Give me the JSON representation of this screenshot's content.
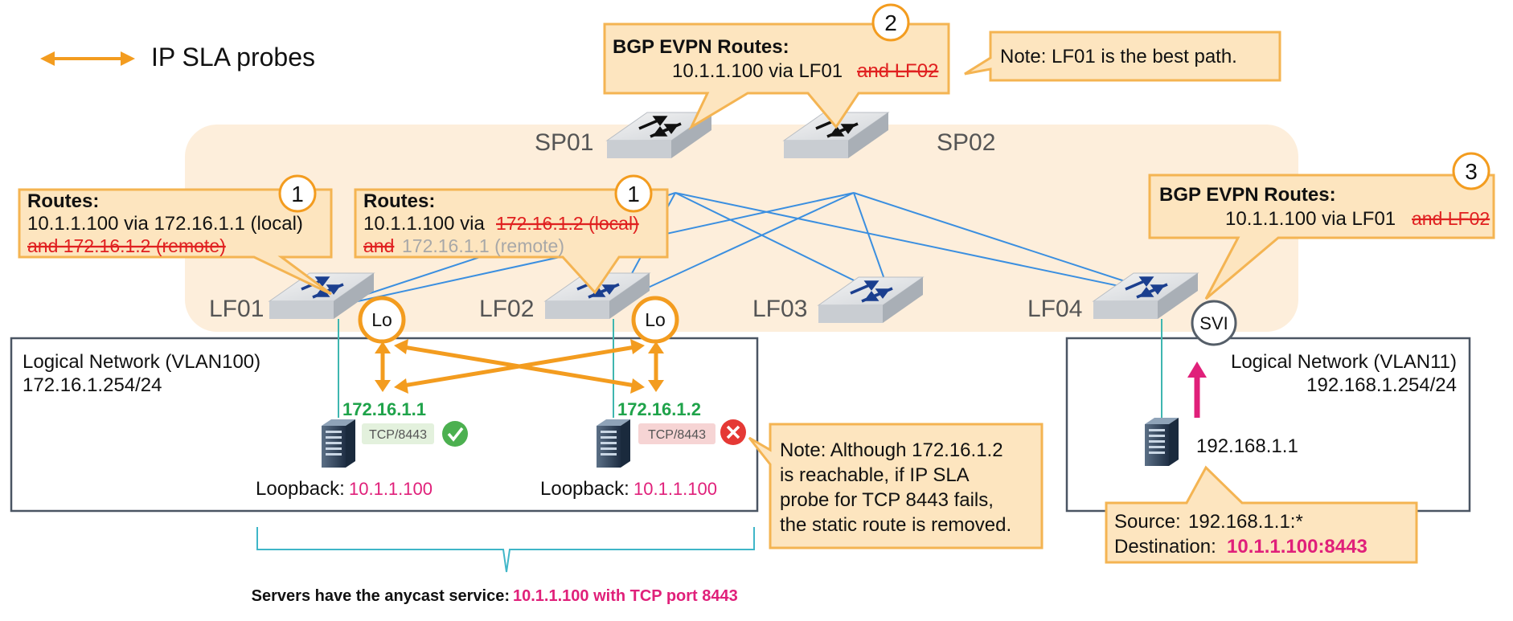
{
  "legend": {
    "label": "IP SLA probes"
  },
  "switches": {
    "sp01": "SP01",
    "sp02": "SP02",
    "lf01": "LF01",
    "lf02": "LF02",
    "lf03": "LF03",
    "lf04": "LF04"
  },
  "interfaces": {
    "lo": "Lo",
    "svi": "SVI"
  },
  "callout_spine": {
    "badge": "2",
    "title": "BGP EVPN Routes:",
    "route": "10.1.1.100 via LF01",
    "removed": "and LF02"
  },
  "note_best_path": "Note: LF01 is the best path.",
  "callout_lf01": {
    "badge": "1",
    "title": "Routes:",
    "line1": "10.1.1.100 via 172.16.1.1 (local)",
    "line2_removed": "and 172.16.1.2 (remote)"
  },
  "callout_lf02": {
    "badge": "1",
    "title": "Routes:",
    "line1_prefix": "10.1.1.100 via",
    "line1_removed": "172.16.1.2 (local)",
    "line2_removed": "and",
    "line2_remaining": "172.16.1.1 (remote)"
  },
  "callout_lf04": {
    "badge": "3",
    "title": "BGP EVPN Routes:",
    "route": "10.1.1.100 via LF01",
    "removed": "and LF02"
  },
  "network_left": {
    "name": "Logical Network (VLAN100)",
    "subnet": "172.16.1.254/24",
    "server1": {
      "ip": "172.16.1.1",
      "tag": "TCP/8443",
      "status": "ok",
      "loopback_label": "Loopback:",
      "loopback_ip": "10.1.1.100"
    },
    "server2": {
      "ip": "172.16.1.2",
      "tag": "TCP/8443",
      "status": "fail",
      "loopback_label": "Loopback:",
      "loopback_ip": "10.1.1.100"
    }
  },
  "note_failover": {
    "line1": "Note: Although 172.16.1.2",
    "line2": "is reachable, if IP SLA",
    "line3": "probe for TCP 8443 fails,",
    "line4": "the static route is removed."
  },
  "network_right": {
    "name": "Logical Network (VLAN11)",
    "subnet": "192.168.1.254/24",
    "client_ip": "192.168.1.1"
  },
  "callout_client": {
    "source_label": "Source:",
    "source_value": "192.168.1.1:*",
    "dest_label": "Destination:",
    "dest_value": "10.1.1.100:8443"
  },
  "footer": {
    "text": "Servers have the anycast service:",
    "highlight": "10.1.1.100 with TCP port 8443"
  },
  "colors": {
    "probe": "#f39c1f",
    "callout_fill": "#fde5bf",
    "callout_border": "#f4b452",
    "fabric_bg": "#fdeedb",
    "link": "#3b8fe0",
    "green": "#1fa34a",
    "red": "#e02020",
    "pink": "#e0207a"
  }
}
